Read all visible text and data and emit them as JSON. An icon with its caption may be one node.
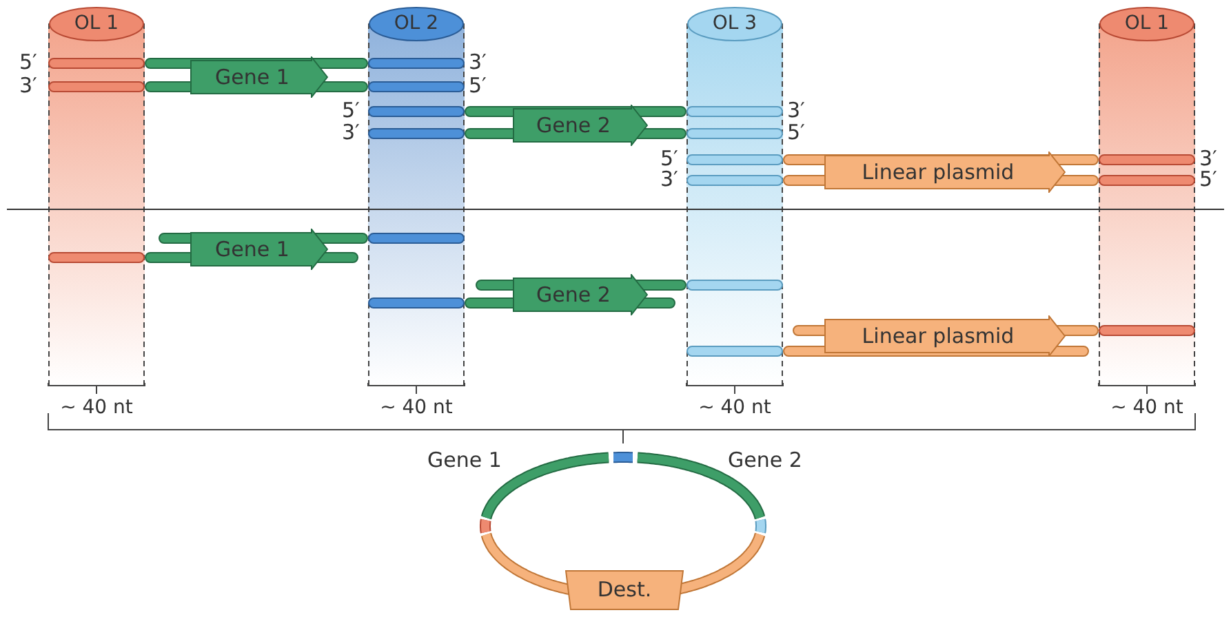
{
  "diagram": {
    "nodes": [
      {
        "text": [
          "OL 1"
        ],
        "beside": [
          "~ 40 nt"
        ]
      },
      {
        "text": [
          "OL 2"
        ],
        "beside": [
          "~ 40 nt"
        ]
      },
      {
        "text": [
          "OL 3"
        ],
        "beside": [
          "~ 40 nt"
        ]
      },
      {
        "text": [
          "OL 1"
        ],
        "beside": [
          "~ 40 nt"
        ]
      },
      {
        "text": [
          "Gene 1"
        ]
      },
      {
        "text": [
          "Gene 2"
        ]
      },
      {
        "text": [
          "Linear plasmid"
        ]
      },
      {
        "text": [
          "Gene 1"
        ]
      },
      {
        "text": [
          "Gene 2"
        ]
      },
      {
        "text": [
          "Linear plasmid"
        ]
      },
      {
        "text": [],
        "shape": "circle"
      },
      {
        "text": [
          "Dest."
        ]
      }
    ],
    "edges": [],
    "labels": [
      "5′",
      "3′",
      "3′",
      "5′",
      "5′",
      "3′",
      "3′",
      "5′",
      "5′",
      "3′",
      "3′",
      "5′",
      "Gene 1",
      "Gene 2"
    ]
  }
}
